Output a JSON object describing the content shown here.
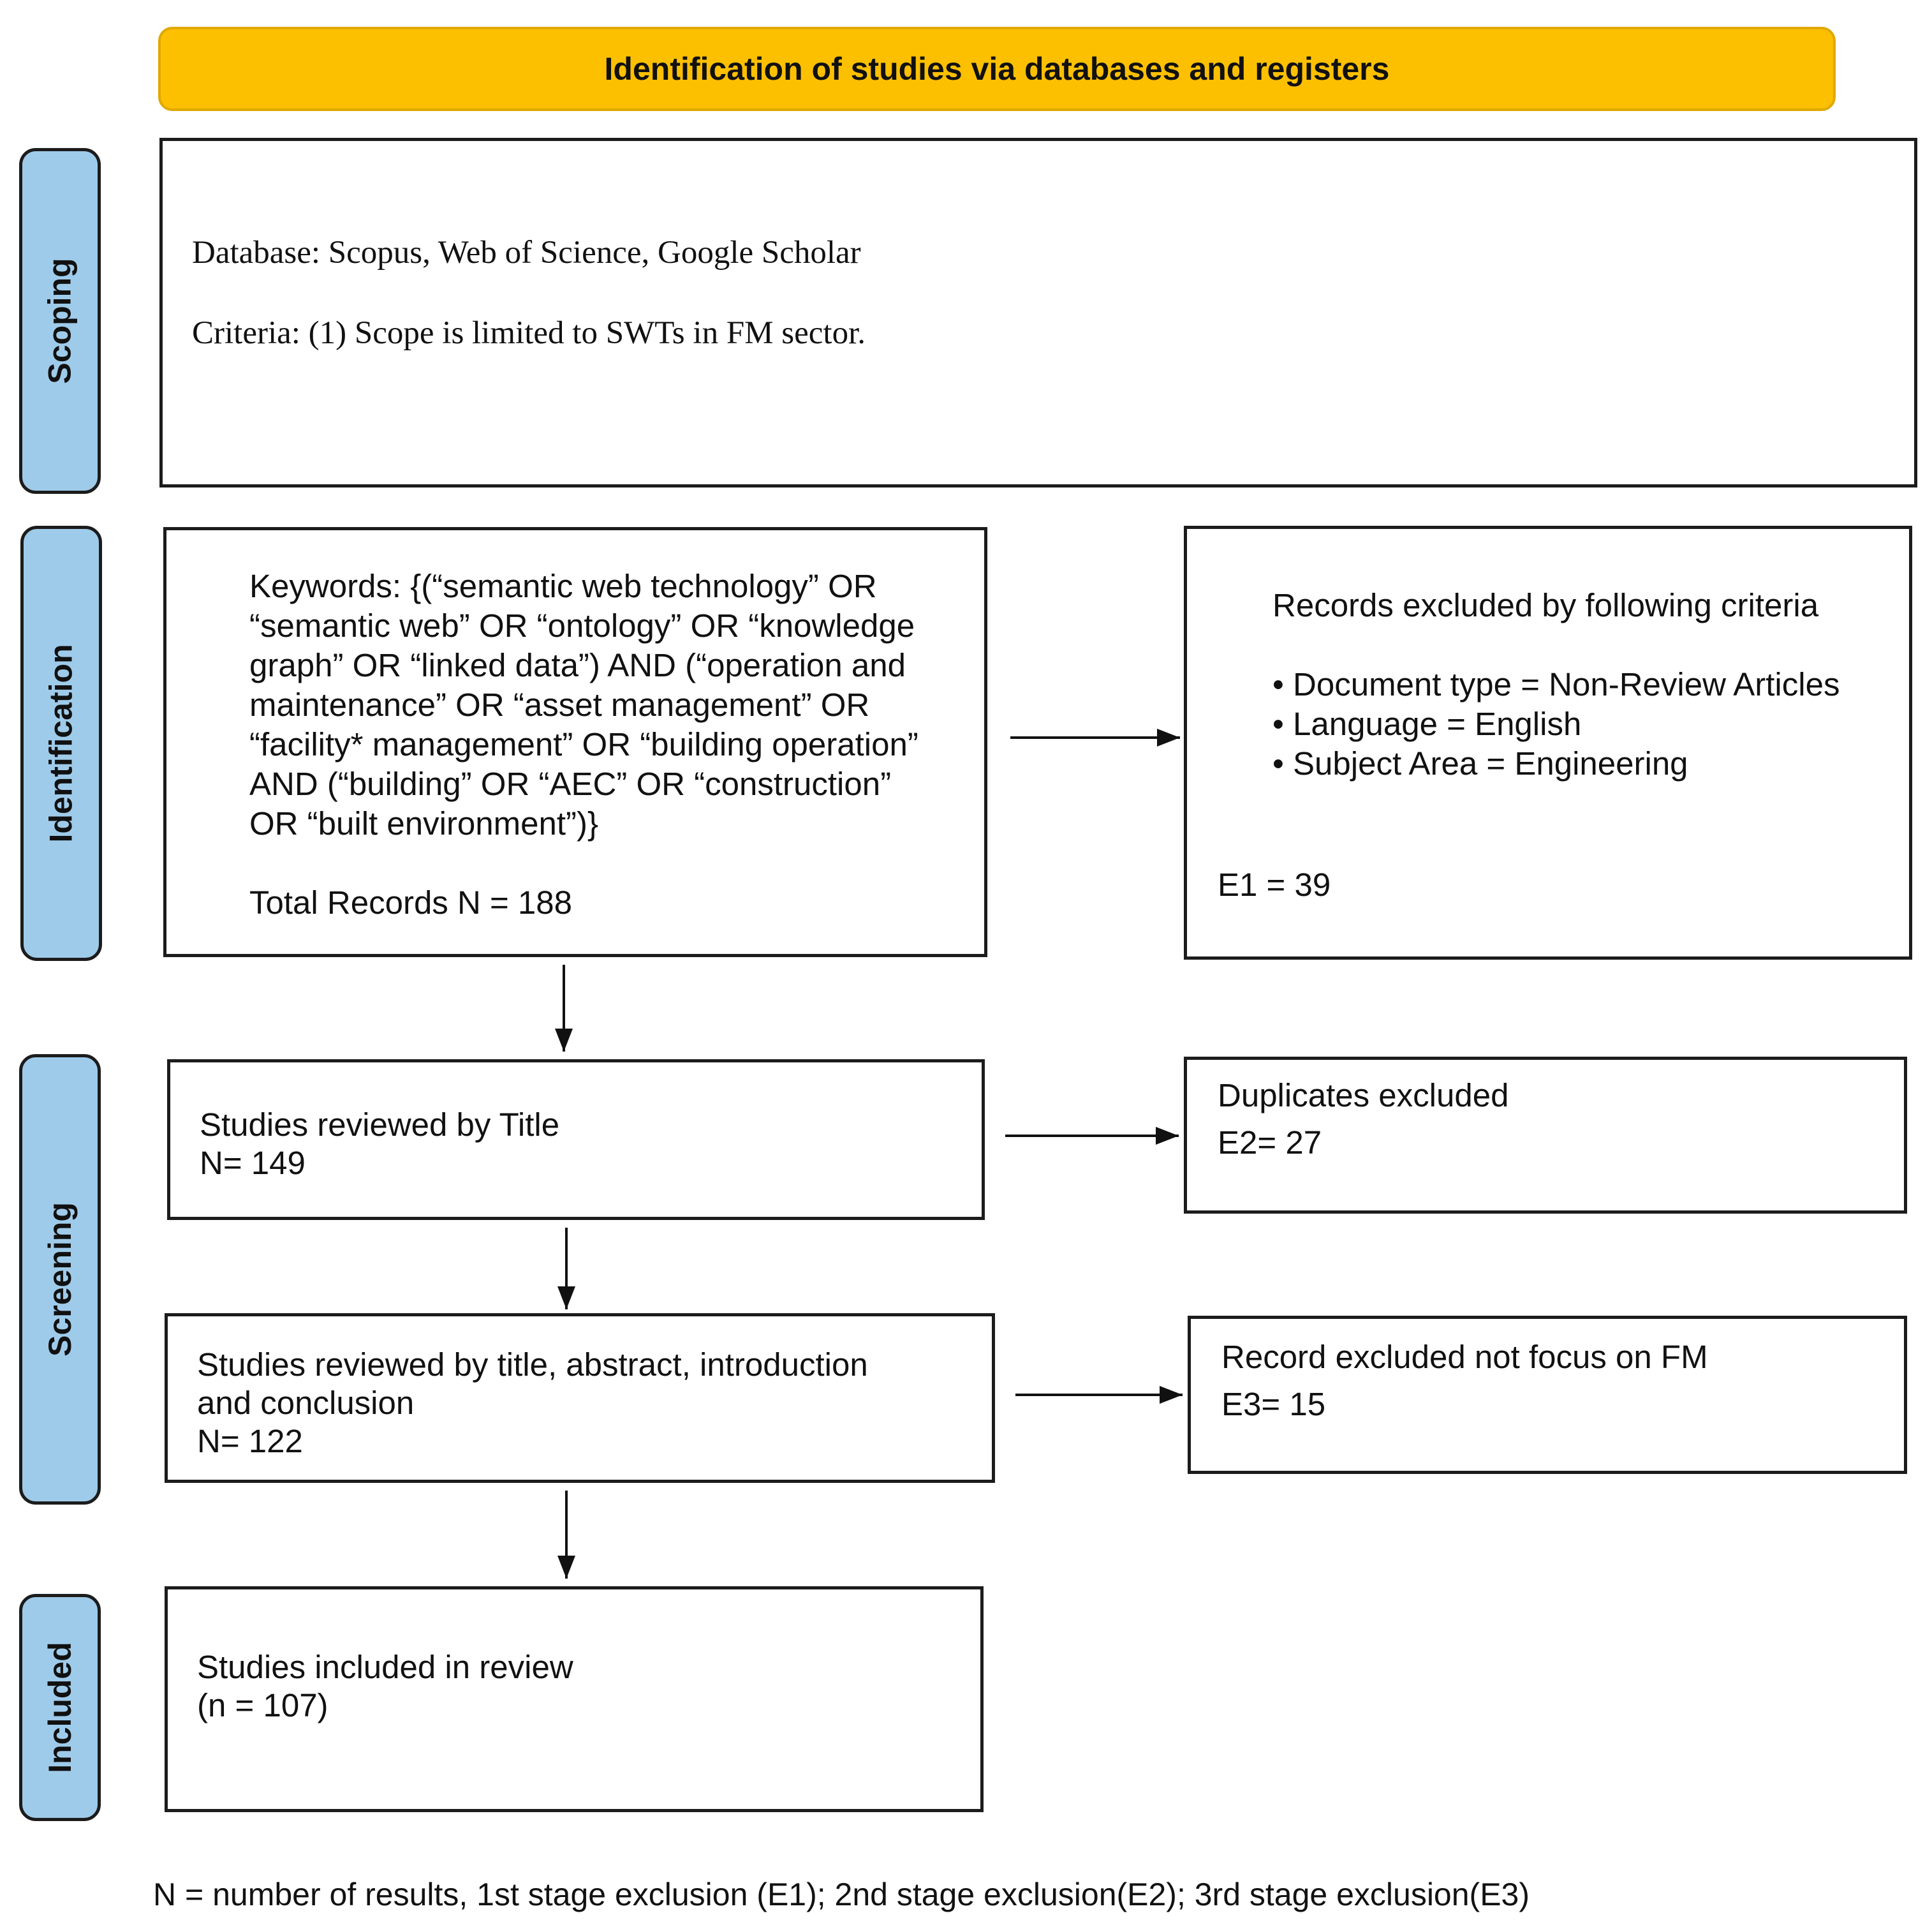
{
  "header": {
    "title": "Identification of studies via databases and registers"
  },
  "phases": {
    "scoping": "Scoping",
    "identification": "Identification",
    "screening": "Screening",
    "included": "Included"
  },
  "scoping_box": {
    "database": "Database: Scopus, Web of Science, Google Scholar",
    "criteria": "Criteria: (1) Scope is limited to SWTs in FM sector."
  },
  "keywords_box": {
    "lines": [
      "Keywords: {(“semantic web technology” OR",
      "“semantic web” OR “ontology” OR “knowledge",
      "graph” OR “linked data”) AND (“operation and",
      "maintenance” OR “asset management” OR",
      "“facility* management” OR “building operation”",
      "AND (“building” OR “AEC” OR “construction”",
      "OR “built environment”)}"
    ],
    "total": "Total Records N = 188"
  },
  "exclusion_e1": {
    "title": "Records excluded by following criteria",
    "bullets": [
      "• Document type = Non-Review Articles",
      "• Language = English",
      "• Subject Area = Engineering"
    ],
    "count": "E1 = 39"
  },
  "title_review": {
    "label": "Studies reviewed by Title",
    "count": "N= 149"
  },
  "exclusion_e2": {
    "label": "Duplicates excluded",
    "count": "E2= 27"
  },
  "full_review": {
    "line1": "Studies reviewed by title, abstract, introduction",
    "line2": "and conclusion",
    "count": "N= 122"
  },
  "exclusion_e3": {
    "label": "Record excluded not focus on FM",
    "count": "E3= 15"
  },
  "included_box": {
    "label": "Studies included in review",
    "count": "(n = 107)"
  },
  "footnote": "N = number of results, 1st stage exclusion (E1); 2nd stage exclusion(E2); 3rd stage exclusion(E3)",
  "colors": {
    "banner": "#FDC000",
    "phase": "#9FCBEA",
    "border": "#1c1c1c"
  }
}
